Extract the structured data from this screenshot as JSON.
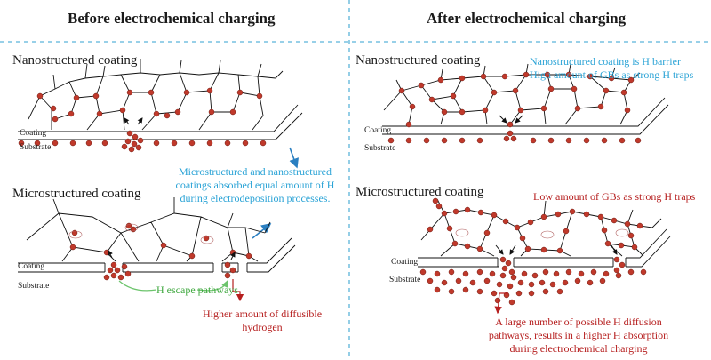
{
  "headers": {
    "before": "Before electrochemical charging",
    "after": "After electrochemical charging"
  },
  "labels": {
    "nano_coating": "Nanostructured coating",
    "micro_coating": "Microstructured coating",
    "coating": "Coating",
    "substrate": "Substrate"
  },
  "annotations": {
    "equal_absorption": [
      "Microstructured and nanostructured",
      "coatings absorbed equal amount of H",
      "during electrodeposition processes."
    ],
    "h_escape": "H escape pathways",
    "higher_diffusible": [
      "Higher amount of diffusible",
      "hydrogen"
    ],
    "nano_barrier": [
      "Nanostructured coating is H barrier",
      "High amount of GBs as strong H traps"
    ],
    "low_gbs": "Low amount of GBs as strong H traps",
    "large_pathways": [
      "A large number of possible H diffusion",
      "pathways, results in a higher H absorption",
      "during electrochemical charging"
    ]
  },
  "colors": {
    "divider": "#5ab4d9",
    "hydrogen": "#c0392b",
    "blue_text": "#2aa3d6",
    "red_text": "#b61f1f",
    "green_text": "#3fa83f"
  }
}
